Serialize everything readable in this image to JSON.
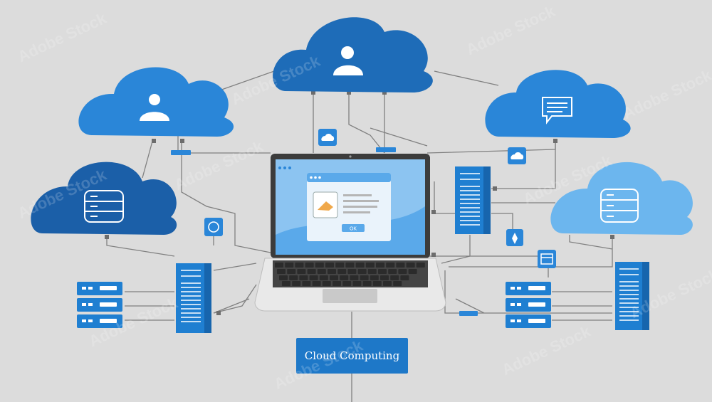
{
  "label": "Cloud Computing",
  "window_button": "OK",
  "stock_id": "#950637635",
  "watermark": "Adobe Stock",
  "colors": {
    "background": "#dcdcdc",
    "cloud_dark": "#1b5fa8",
    "cloud_mid": "#2a86d8",
    "cloud_light": "#6cb6ee",
    "server": "#1f7fd1",
    "line": "#7a7a7a"
  },
  "clouds": [
    {
      "name": "cloud-user-left",
      "icon": "user-icon"
    },
    {
      "name": "cloud-user-top",
      "icon": "user-icon"
    },
    {
      "name": "cloud-chat-right",
      "icon": "chat-icon"
    },
    {
      "name": "cloud-database-left",
      "icon": "database-icon"
    },
    {
      "name": "cloud-database-right",
      "icon": "database-icon"
    }
  ]
}
